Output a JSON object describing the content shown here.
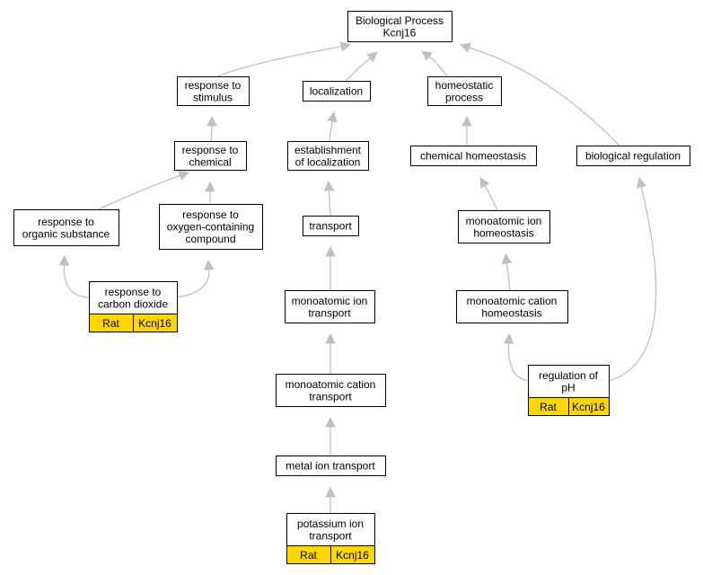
{
  "colors": {
    "edge": "#c0c0c0",
    "annotation_fill": "#ffd700",
    "node_fill": "#ffffff",
    "node_stroke": "#000000"
  },
  "nodes": {
    "root": [
      "Biological Process",
      "Kcnj16"
    ],
    "response_to_stimulus": [
      "response to",
      "stimulus"
    ],
    "localization": [
      "localization"
    ],
    "homeostatic_process": [
      "homeostatic",
      "process"
    ],
    "response_to_chemical": [
      "response to",
      "chemical"
    ],
    "establishment_of_localization": [
      "establishment",
      "of localization"
    ],
    "chemical_homeostasis": [
      "chemical homeostasis"
    ],
    "biological_regulation": [
      "biological regulation"
    ],
    "response_to_organic_substance": [
      "response to",
      "organic substance"
    ],
    "response_to_oxygen_compound": [
      "response to",
      "oxygen-containing",
      "compound"
    ],
    "transport": [
      "transport"
    ],
    "monoatomic_ion_homeostasis": [
      "monoatomic ion",
      "homeostasis"
    ],
    "response_to_carbon_dioxide": [
      "response to",
      "carbon dioxide"
    ],
    "monoatomic_ion_transport": [
      "monoatomic ion",
      "transport"
    ],
    "monoatomic_cation_homeostasis": [
      "monoatomic cation",
      "homeostasis"
    ],
    "regulation_of_ph": [
      "regulation of",
      "pH"
    ],
    "monoatomic_cation_transport": [
      "monoatomic cation",
      "transport"
    ],
    "metal_ion_transport": [
      "metal ion transport"
    ],
    "potassium_ion_transport": [
      "potassium ion",
      "transport"
    ]
  },
  "annotations": {
    "response_to_carbon_dioxide": {
      "species": "Rat",
      "gene": "Kcnj16"
    },
    "regulation_of_ph": {
      "species": "Rat",
      "gene": "Kcnj16"
    },
    "potassium_ion_transport": {
      "species": "Rat",
      "gene": "Kcnj16"
    }
  },
  "edges": [
    [
      "response_to_stimulus",
      "root"
    ],
    [
      "localization",
      "root"
    ],
    [
      "homeostatic_process",
      "root"
    ],
    [
      "biological_regulation",
      "root"
    ],
    [
      "response_to_chemical",
      "response_to_stimulus"
    ],
    [
      "establishment_of_localization",
      "localization"
    ],
    [
      "chemical_homeostasis",
      "homeostatic_process"
    ],
    [
      "response_to_organic_substance",
      "response_to_chemical"
    ],
    [
      "response_to_oxygen_compound",
      "response_to_chemical"
    ],
    [
      "transport",
      "establishment_of_localization"
    ],
    [
      "monoatomic_ion_homeostasis",
      "chemical_homeostasis"
    ],
    [
      "response_to_carbon_dioxide",
      "response_to_organic_substance"
    ],
    [
      "response_to_carbon_dioxide",
      "response_to_oxygen_compound"
    ],
    [
      "monoatomic_ion_transport",
      "transport"
    ],
    [
      "monoatomic_cation_homeostasis",
      "monoatomic_ion_homeostasis"
    ],
    [
      "regulation_of_ph",
      "monoatomic_cation_homeostasis"
    ],
    [
      "regulation_of_ph",
      "biological_regulation"
    ],
    [
      "monoatomic_cation_transport",
      "monoatomic_ion_transport"
    ],
    [
      "metal_ion_transport",
      "monoatomic_cation_transport"
    ],
    [
      "potassium_ion_transport",
      "metal_ion_transport"
    ]
  ]
}
